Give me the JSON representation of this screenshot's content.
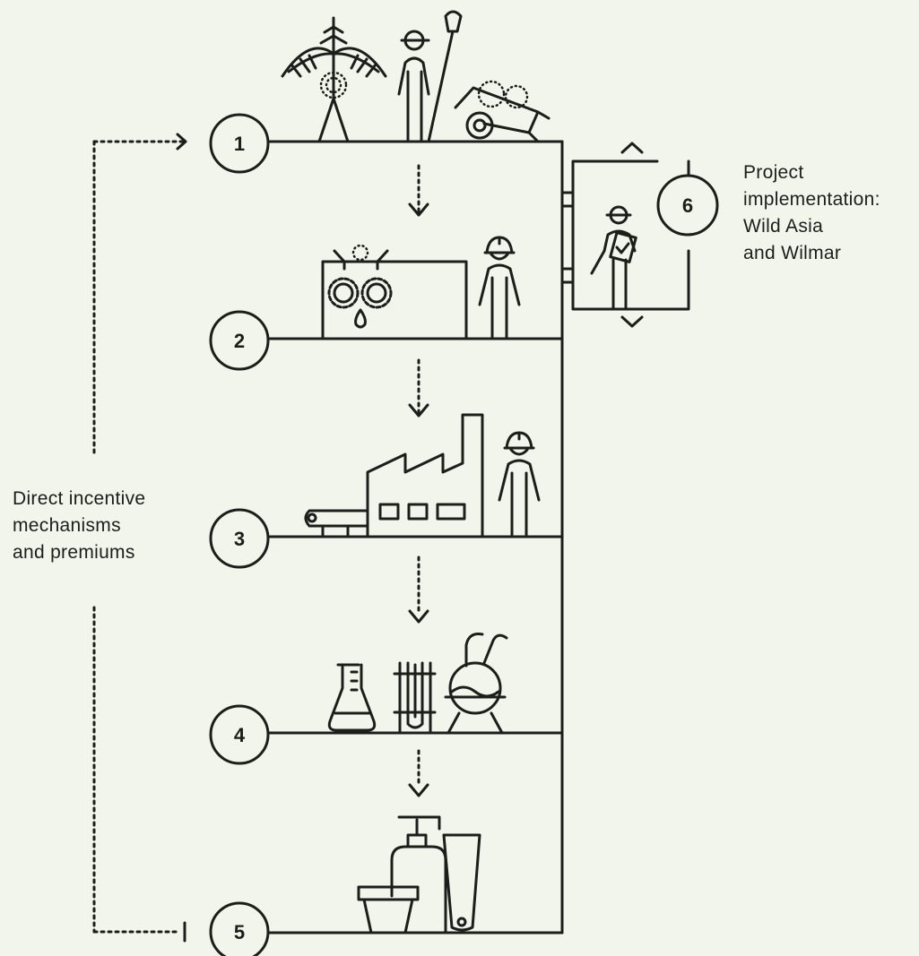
{
  "diagram": {
    "steps": [
      {
        "number": "1",
        "icon": "plantation-harvest-icon"
      },
      {
        "number": "2",
        "icon": "palm-oil-mill-icon"
      },
      {
        "number": "3",
        "icon": "refinery-factory-icon"
      },
      {
        "number": "4",
        "icon": "laboratory-icon"
      },
      {
        "number": "5",
        "icon": "consumer-products-icon"
      },
      {
        "number": "6",
        "icon": "inspector-icon"
      }
    ],
    "left_label": [
      "Direct incentive",
      "mechanisms",
      "and premiums"
    ],
    "right_label": [
      "Project",
      "implementation:",
      "Wild Asia",
      "and Wilmar"
    ],
    "colors": {
      "background": "#f1f5ec",
      "ink": "#1d1d1b"
    }
  }
}
